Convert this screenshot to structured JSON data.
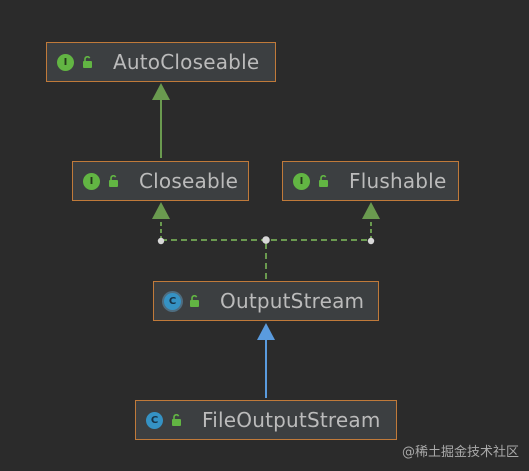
{
  "colors": {
    "background": "#2b2b2b",
    "node_fill": "#3c3f41",
    "node_border": "#c07a3a",
    "node_text": "#bbbbbb",
    "interface_badge": "#62b543",
    "class_badge": "#3592c4",
    "interface_edge": "#6a9a4f",
    "class_edge": "#5a9bde"
  },
  "nodes": {
    "autocloseable": {
      "label": "AutoCloseable",
      "kind": "interface",
      "badge": "I",
      "visibility_icon": "unlocked-icon"
    },
    "closeable": {
      "label": "Closeable",
      "kind": "interface",
      "badge": "I",
      "visibility_icon": "unlocked-icon"
    },
    "flushable": {
      "label": "Flushable",
      "kind": "interface",
      "badge": "I",
      "visibility_icon": "unlocked-icon"
    },
    "outputstream": {
      "label": "OutputStream",
      "kind": "abstract-class",
      "badge": "C",
      "visibility_icon": "unlocked-icon"
    },
    "fileoutputstream": {
      "label": "FileOutputStream",
      "kind": "class",
      "badge": "C",
      "visibility_icon": "unlocked-icon"
    }
  },
  "edges": [
    {
      "from": "Closeable",
      "to": "AutoCloseable",
      "relation": "extends"
    },
    {
      "from": "OutputStream",
      "to": "Closeable",
      "relation": "implements"
    },
    {
      "from": "OutputStream",
      "to": "Flushable",
      "relation": "implements"
    },
    {
      "from": "FileOutputStream",
      "to": "OutputStream",
      "relation": "extends"
    }
  ],
  "watermark": "@稀土掘金技术社区"
}
